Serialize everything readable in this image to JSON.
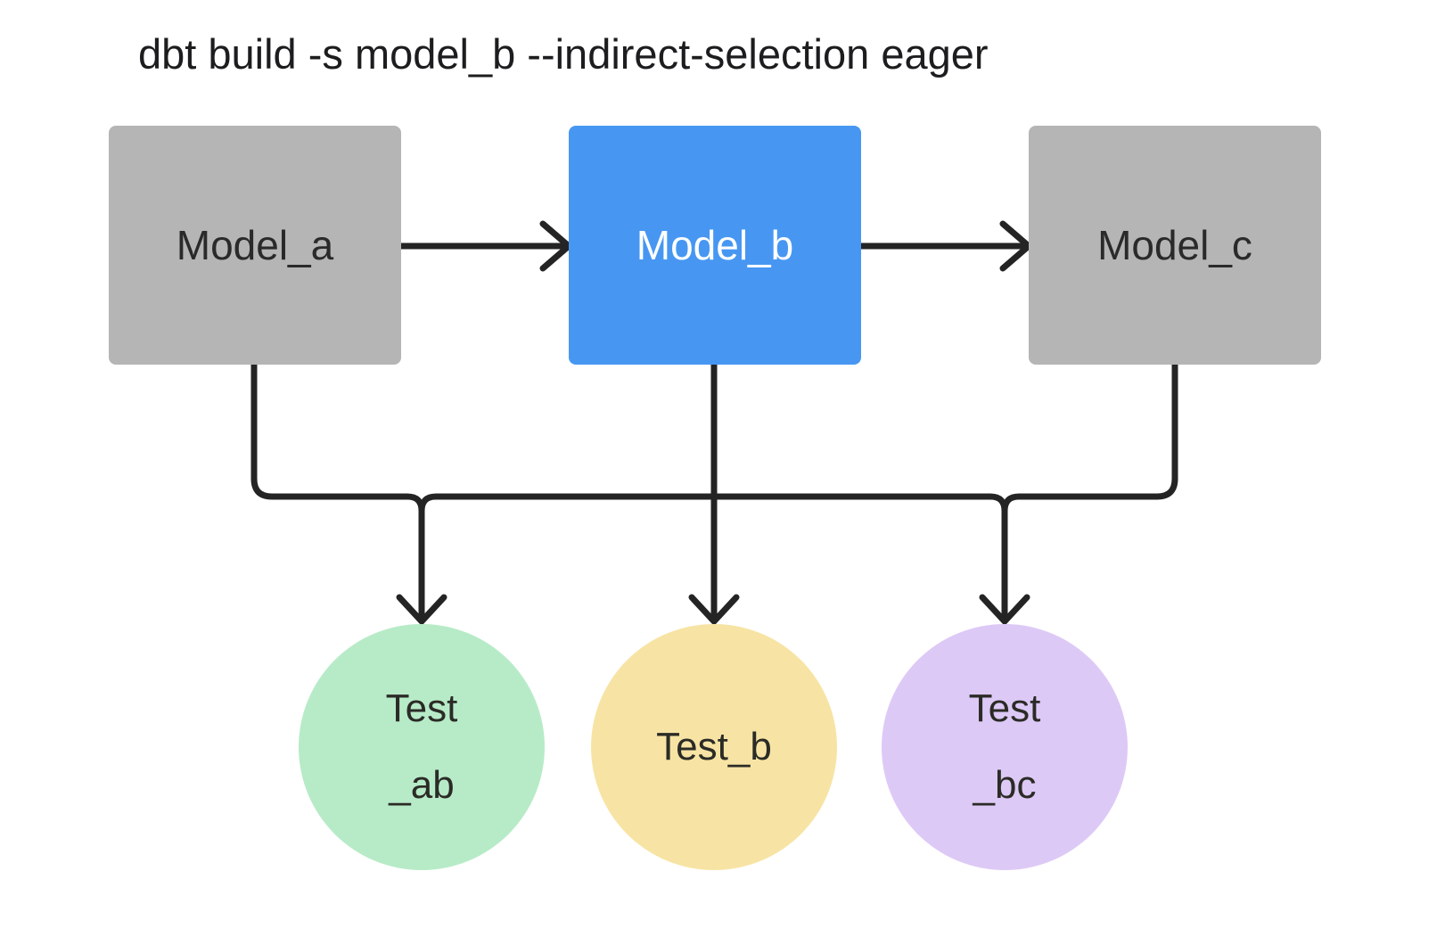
{
  "title": "dbt build -s model_b --indirect-selection eager",
  "colors": {
    "model_default": "#B5B5B5",
    "model_selected": "#4797F2",
    "test_ab_fill": "#B7EBC7",
    "test_b_fill": "#F7E4A4",
    "test_bc_fill": "#DDC9F6",
    "line": "#242424",
    "text_dark": "#2A2A2A",
    "text_light": "#FFFFFF"
  },
  "nodes": {
    "model_a": {
      "label": "Model_a"
    },
    "model_b": {
      "label": "Model_b"
    },
    "model_c": {
      "label": "Model_c"
    },
    "test_ab": {
      "line1": "Test",
      "line2": "_ab"
    },
    "test_b": {
      "line1": "Test_b"
    },
    "test_bc": {
      "line1": "Test",
      "line2": "_bc"
    }
  }
}
